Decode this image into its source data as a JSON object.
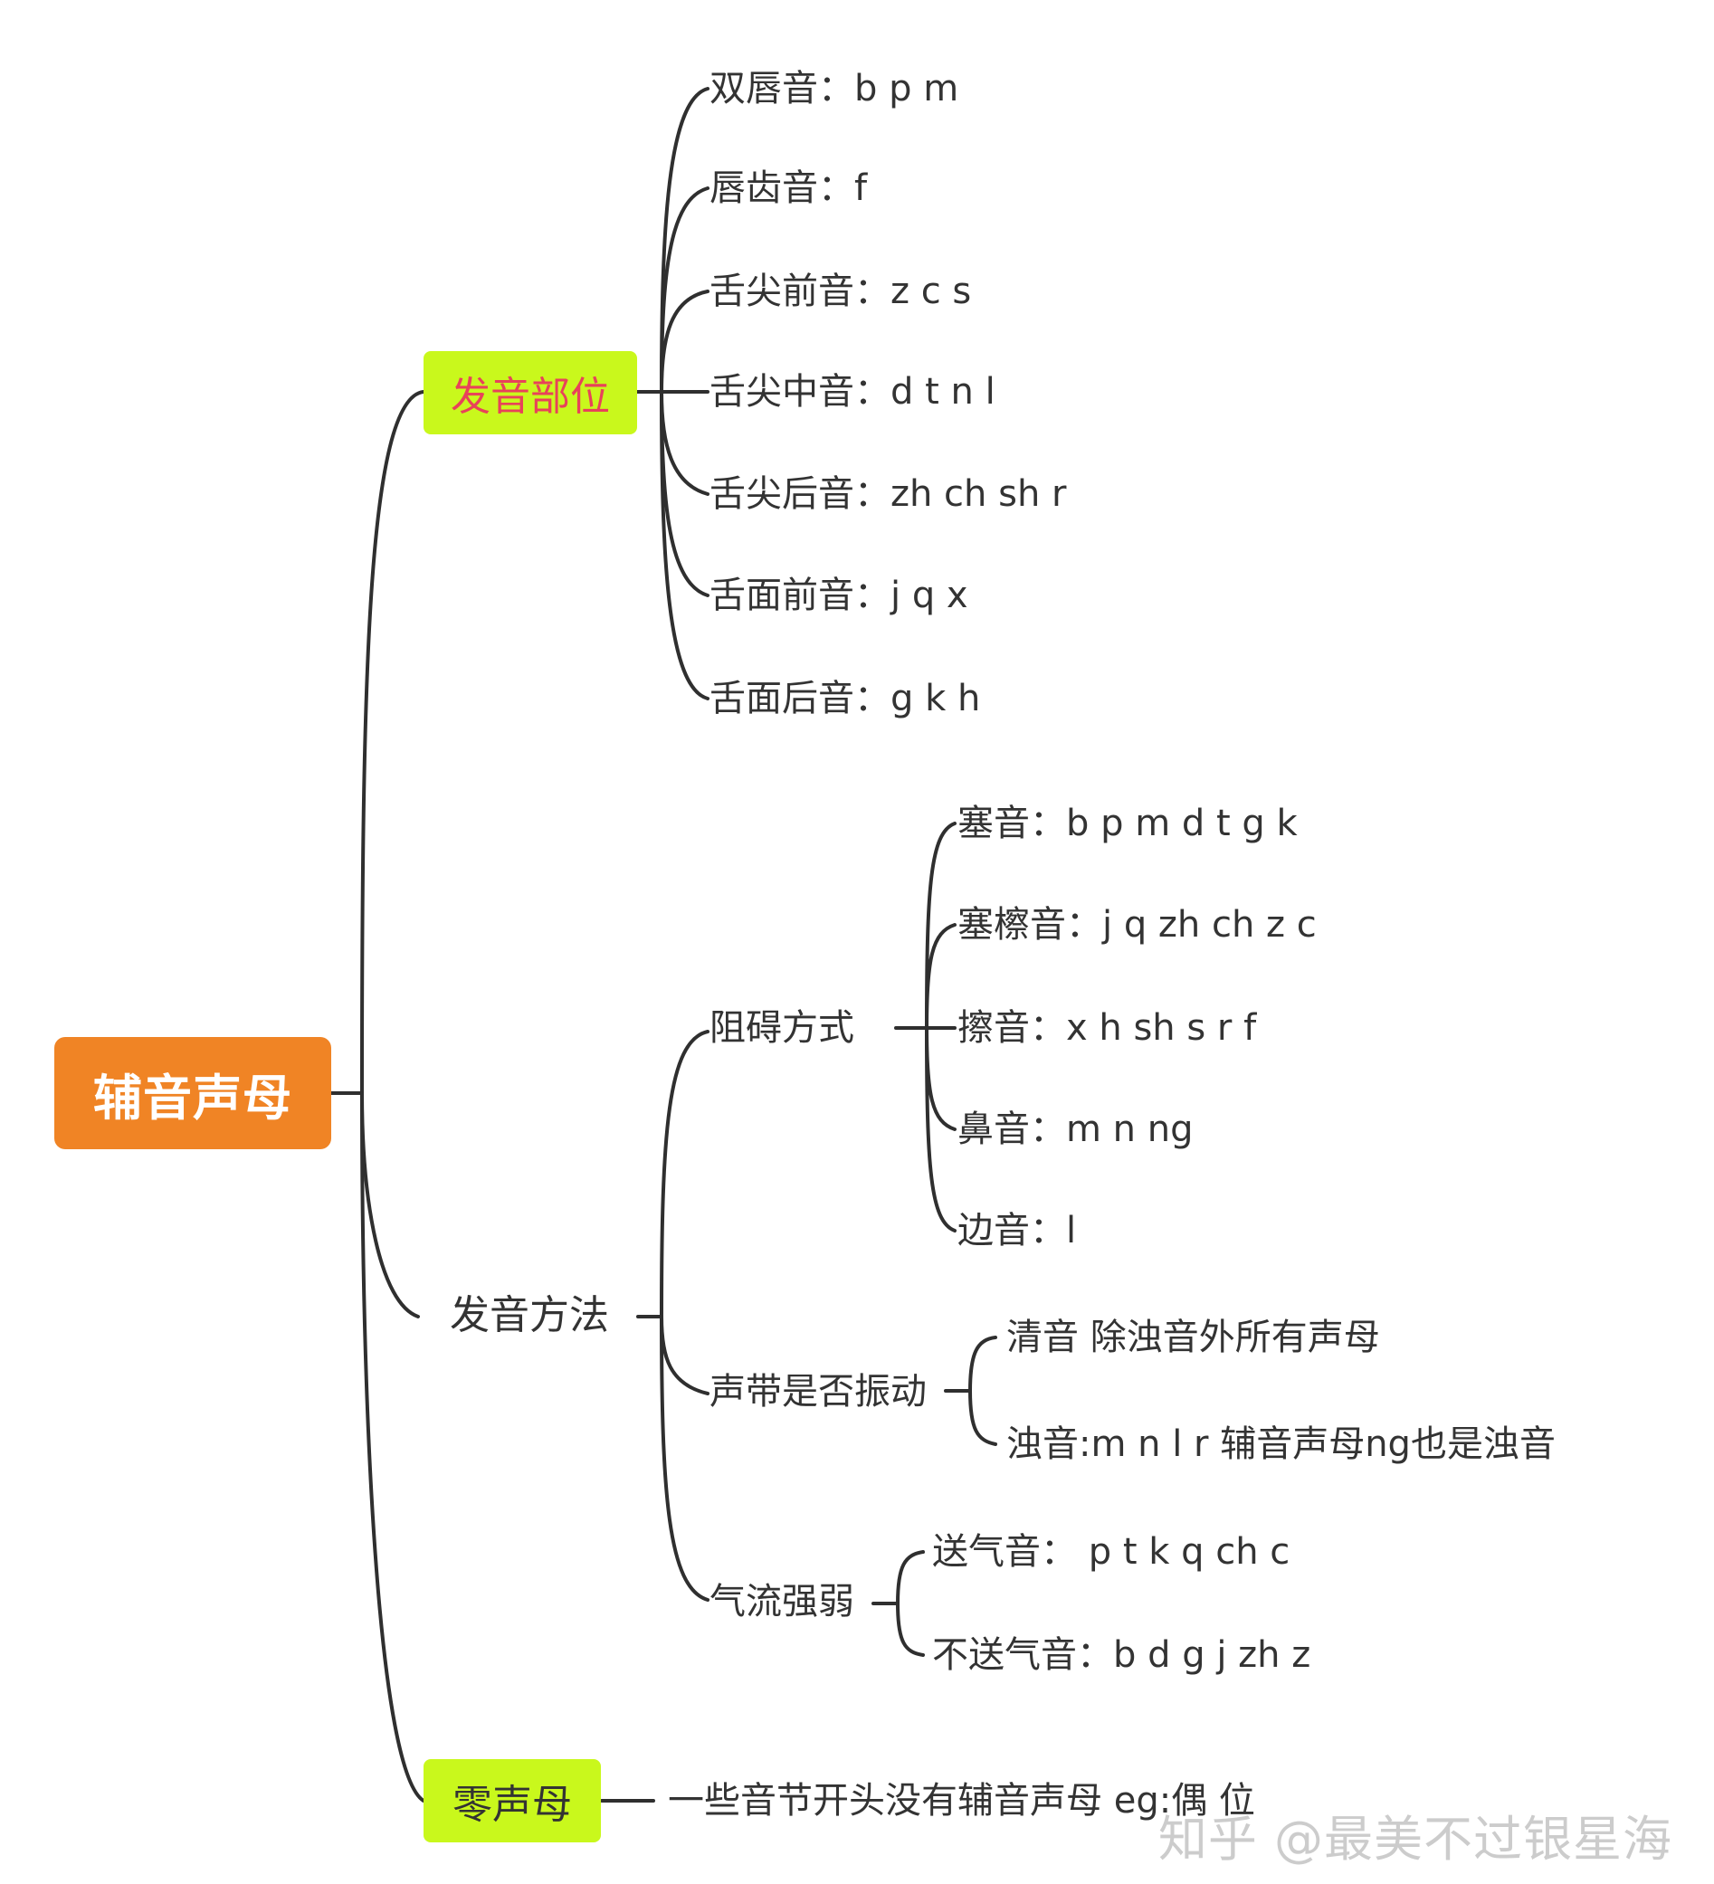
{
  "colors": {
    "root_fill": "#f08425",
    "highlight_fill": "#c9f81c",
    "highlight_text_red": "#e8425a",
    "line": "#2f2f2f",
    "text": "#333333"
  },
  "root": {
    "label": "辅音声母"
  },
  "place": {
    "label": "发音部位",
    "items": [
      "双唇音：b  p  m",
      "唇齿音：f",
      "舌尖前音：z  c s",
      "舌尖中音：d t n l",
      "舌尖后音：zh ch  sh  r",
      "舌面前音：j q  x",
      "舌面后音：g k h"
    ]
  },
  "manner": {
    "label": "发音方法",
    "obstruction": {
      "label": "阻碍方式",
      "items": [
        "塞音：b  p m  d  t  g  k",
        "塞檫音：j q  zh  ch   z  c",
        "擦音：x h  sh   s  r  f",
        "鼻音：m  n  ng",
        "边音：l"
      ]
    },
    "vocal": {
      "label": "声带是否振动",
      "items": [
        "清音     除浊音外所有声母",
        "浊音:m  n   l   r      辅音声母ng也是浊音"
      ]
    },
    "airflow": {
      "label": "气流强弱",
      "items": [
        "送气音：  p  t   k  q  ch   c",
        "不送气音：b   d    g  j   zh    z"
      ]
    }
  },
  "zero": {
    "label": "零声母",
    "desc": "一些音节开头没有辅音声母  eg:偶   位"
  },
  "watermark": "知乎 @最美不过银星海"
}
